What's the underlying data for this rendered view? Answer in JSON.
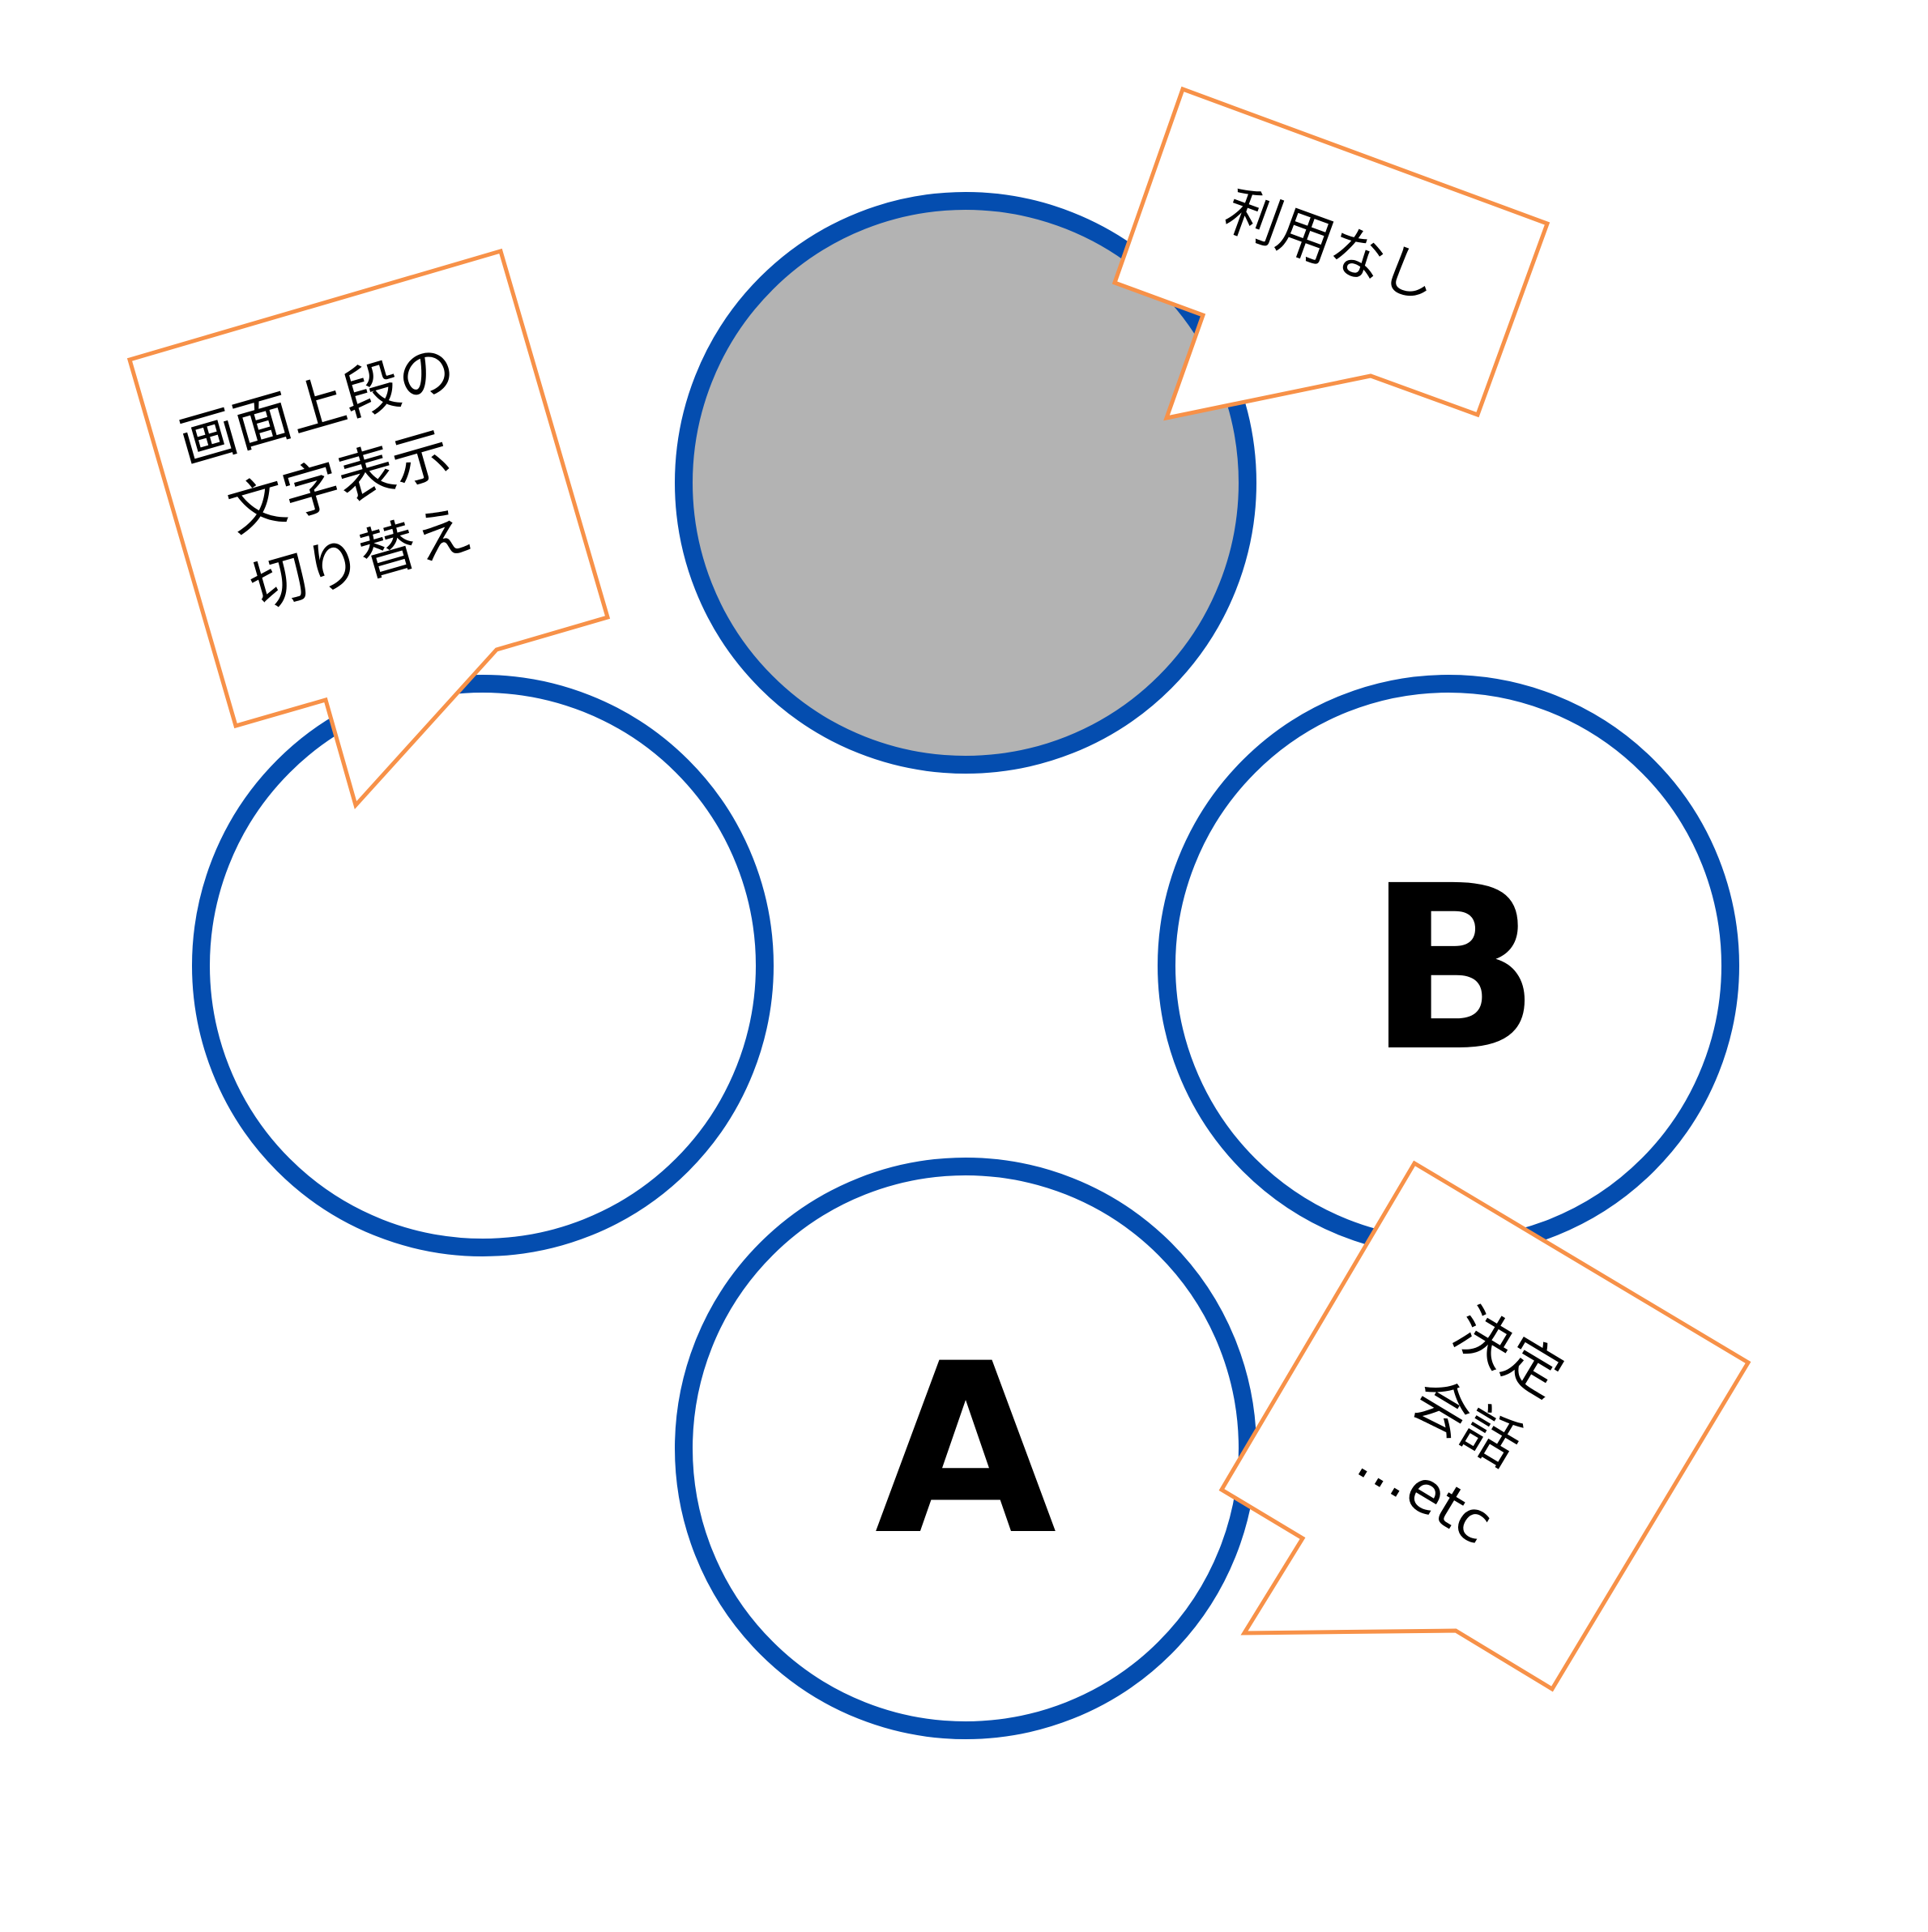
{
  "colors": {
    "ring": "#044daf",
    "callout_border": "#f79148",
    "disabled_fill": "#b3b3b3",
    "background": "#ffffff",
    "text": "#000000"
  },
  "buttons": {
    "top": {
      "label": "",
      "state": "disabled"
    },
    "left": {
      "label": ""
    },
    "right": {
      "label": "B"
    },
    "bottom": {
      "label": "A"
    }
  },
  "callouts": {
    "top_right": {
      "lines": [
        "利用なし"
      ]
    },
    "top_left": {
      "lines": [
        "画面上段の",
        "文字表示",
        "切り替え"
      ]
    },
    "bottom_right": {
      "lines": [
        "決定",
        "会話",
        "…etc"
      ]
    }
  }
}
